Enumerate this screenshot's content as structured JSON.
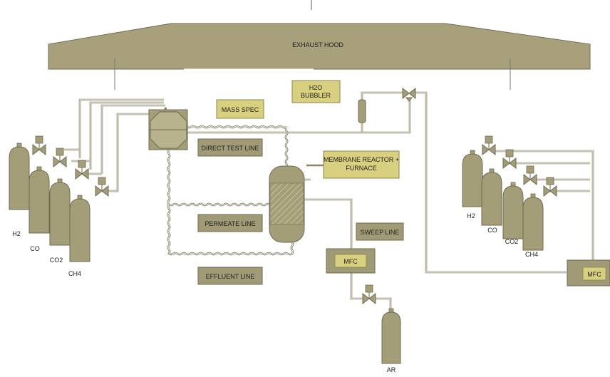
{
  "exhaust_hood": {
    "label": "EXHAUST HOOD"
  },
  "labels": {
    "mass_spec": "MASS SPEC",
    "h2o_bubbler_line1": "H2O",
    "h2o_bubbler_line2": "BUBBLER",
    "membrane_line1": "MEMBRANE REACTOR +",
    "membrane_line2": "FURNACE",
    "direct_test_line": "DIRECT TEST LINE",
    "permeate_line": "PERMEATE LINE",
    "effluent_line": "EFFLUENT LINE",
    "sweep_line": "SWEEP LINE",
    "mfc_center": "MFC",
    "mfc_right": "MFC"
  },
  "left_gases": [
    "H2",
    "CO",
    "CO2",
    "CH4"
  ],
  "right_gases": [
    "H2",
    "CO",
    "CO2",
    "CH4"
  ],
  "argon": {
    "label": "AR"
  },
  "colors": {
    "olive": "#a39d78",
    "yellow": "#d8d07e",
    "pipe": "#8a8566"
  }
}
